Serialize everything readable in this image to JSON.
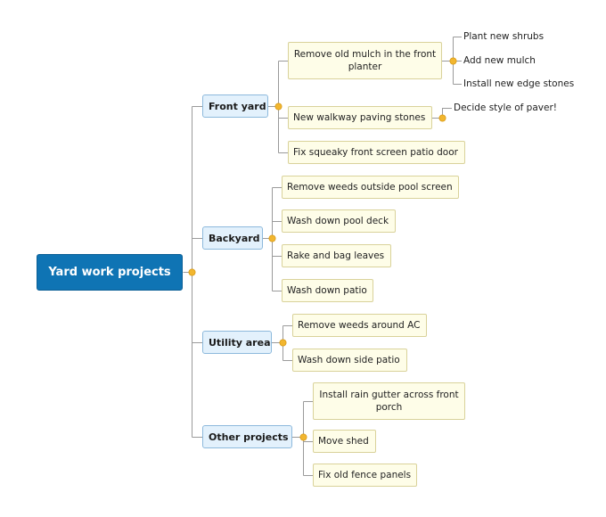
{
  "root": {
    "label": "Yard work projects"
  },
  "branches": [
    {
      "label": "Front yard",
      "items": [
        {
          "label": "Remove old mulch in the front planter",
          "children": [
            "Plant new shrubs",
            "Add new mulch",
            "Install new edge stones"
          ]
        },
        {
          "label": "New walkway paving stones",
          "children": [
            "Decide style of paver!"
          ]
        },
        {
          "label": "Fix squeaky front screen patio door",
          "children": []
        }
      ]
    },
    {
      "label": "Backyard",
      "items": [
        {
          "label": "Remove weeds outside pool screen",
          "children": []
        },
        {
          "label": "Wash down pool deck",
          "children": []
        },
        {
          "label": "Rake and bag leaves",
          "children": []
        },
        {
          "label": "Wash down patio",
          "children": []
        }
      ]
    },
    {
      "label": "Utility area",
      "items": [
        {
          "label": "Remove weeds around AC",
          "children": []
        },
        {
          "label": "Wash down side patio",
          "children": []
        }
      ]
    },
    {
      "label": "Other projects",
      "items": [
        {
          "label": "Install rain gutter across front porch",
          "children": []
        },
        {
          "label": "Move shed",
          "children": []
        },
        {
          "label": "Fix old fence panels",
          "children": []
        }
      ]
    }
  ],
  "colors": {
    "line": "#9a9a9a",
    "connector_dot": "#f2b62f",
    "root_fill": "#0f74b4",
    "branch_fill": "#e3f1fc",
    "topic_fill": "#fefde8"
  }
}
